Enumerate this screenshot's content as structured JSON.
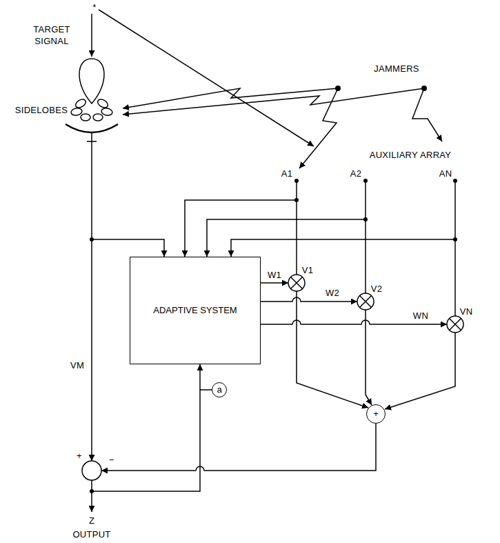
{
  "diagram": {
    "nodes": [
      {
        "text": [
          "ADAPTIVE SYSTEM"
        ]
      },
      {
        "text": [
          "+"
        ]
      },
      {
        "text": [
          "a"
        ]
      }
    ],
    "labels": [
      "*",
      "TARGET SIGNAL",
      "JAMMERS",
      "SIDELOBES",
      "AUXILIARY ARRAY",
      "A1",
      "A2",
      "AN",
      "V1",
      "V2",
      "VN",
      "W1",
      "W2",
      "WN",
      "VM",
      "+",
      "−",
      "Z",
      "OUTPUT"
    ]
  }
}
